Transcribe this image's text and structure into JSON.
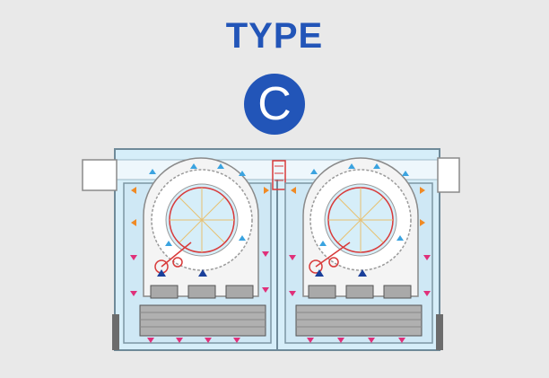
{
  "heading": {
    "title": "TYPE",
    "badge_letter": "C"
  },
  "colors": {
    "brand_blue": "#2255b8",
    "tank_fill": "#cfe8f5",
    "tank_stroke": "#6f8a99",
    "arrow_cyan": "#3aa3e0",
    "arrow_navy": "#1a3f9a",
    "arrow_magenta": "#e0307a",
    "arrow_orange": "#f08a24",
    "rotor_red": "#d83a3a",
    "platform_gray": "#9a9a9a"
  },
  "diagram": {
    "units": [
      {
        "name": "left-bath-unit"
      },
      {
        "name": "right-bath-unit"
      }
    ],
    "icons": [
      "arrow-up-icon",
      "arrow-down-icon",
      "arrow-left-icon",
      "arrow-right-icon"
    ]
  }
}
